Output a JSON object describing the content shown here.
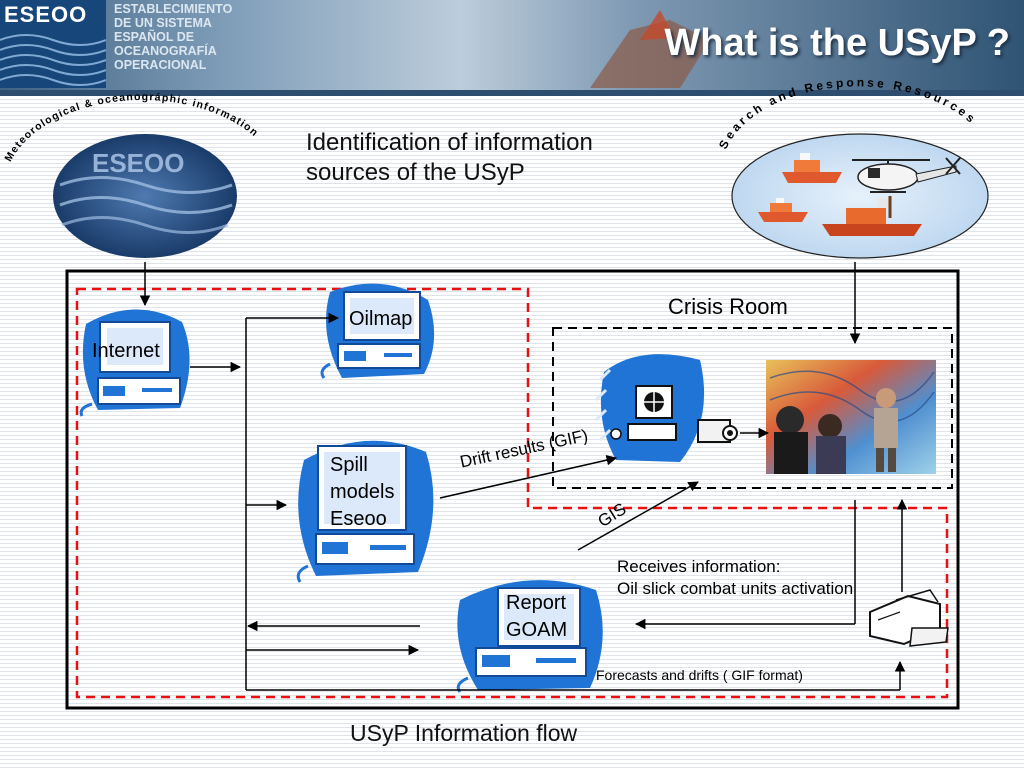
{
  "header": {
    "logo_text": "ESEOO",
    "institution_lines": [
      "ESTABLECIMIENTO",
      "DE UN SISTEMA",
      "ESPAÑOL DE",
      "OCEANOGRAFÍA",
      "OPERACIONAL"
    ],
    "title": "What is the USyP ?"
  },
  "subtitle_lines": [
    "Identification of information",
    "sources of the USyP"
  ],
  "met_source": {
    "arc_label": "Meteorological & oceanográphic information",
    "logo_text": "ESEOO"
  },
  "search_rescue": {
    "arc_label": "Search and Response Resources"
  },
  "nodes": {
    "internet": "Internet",
    "oilmap": "Oilmap",
    "spill_lines": [
      "Spill",
      "models",
      "Eseoo"
    ],
    "report_lines": [
      "Report",
      "GOAM"
    ]
  },
  "crisis_room": "Crisis Room",
  "edges": {
    "drift_results": "Drift  results (GIF)",
    "gis": "GIS",
    "receives_lines": [
      "Receives information:",
      "Oil slick combat units activation"
    ],
    "forecasts": "Forecasts and drifts ( GIF format)"
  },
  "footer_caption": "USyP  Information flow",
  "colors": {
    "title_white": "#ffffff",
    "computer_blue": "#1f74d6",
    "dashed_red": "#e81010",
    "frame_black": "#000000"
  }
}
